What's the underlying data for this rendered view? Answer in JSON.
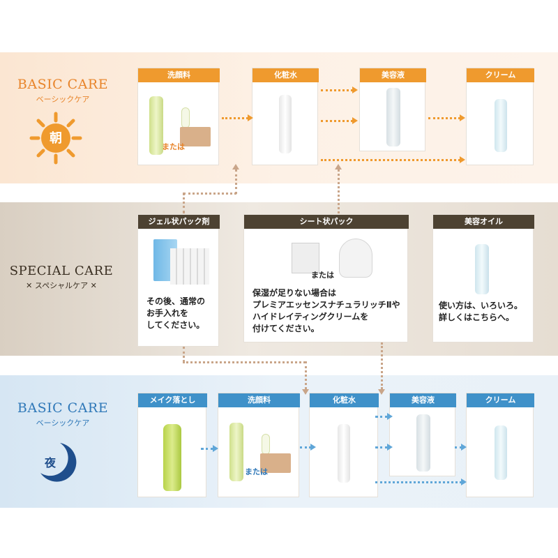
{
  "morning": {
    "title_en": "BASIC CARE",
    "title_jp": "ベーシックケア",
    "badge": "朝",
    "steps": [
      "洗顔料",
      "化粧水",
      "美容液",
      "クリーム"
    ],
    "or_text": "または"
  },
  "special": {
    "title_en": "SPECIAL CARE",
    "title_jp": "スペシャルケア",
    "gel": {
      "tag": "ジェル状パック剤",
      "text1": "その後、通常の",
      "text2": "お手入れを",
      "text3": "してください。"
    },
    "sheet": {
      "tag": "シート状パック",
      "or_text": "または",
      "text1": "保湿が足りない場合は",
      "text2": "プレミアエッセンスナチュラリッチⅡや",
      "text3": "ハイドレイティングクリームを",
      "text4": "付けてください。"
    },
    "oil": {
      "tag": "美容オイル",
      "text1": "使い方は、いろいろ。",
      "text2": "詳しくはこちらへ。"
    }
  },
  "night": {
    "title_en": "BASIC CARE",
    "title_jp": "ベーシックケア",
    "badge": "夜",
    "steps": [
      "メイク落とし",
      "洗顔料",
      "化粧水",
      "美容液",
      "クリーム"
    ],
    "or_text": "または"
  },
  "colors": {
    "orange": "#ef9a2e",
    "blue": "#3f91c9",
    "dark": "#4d4232"
  }
}
